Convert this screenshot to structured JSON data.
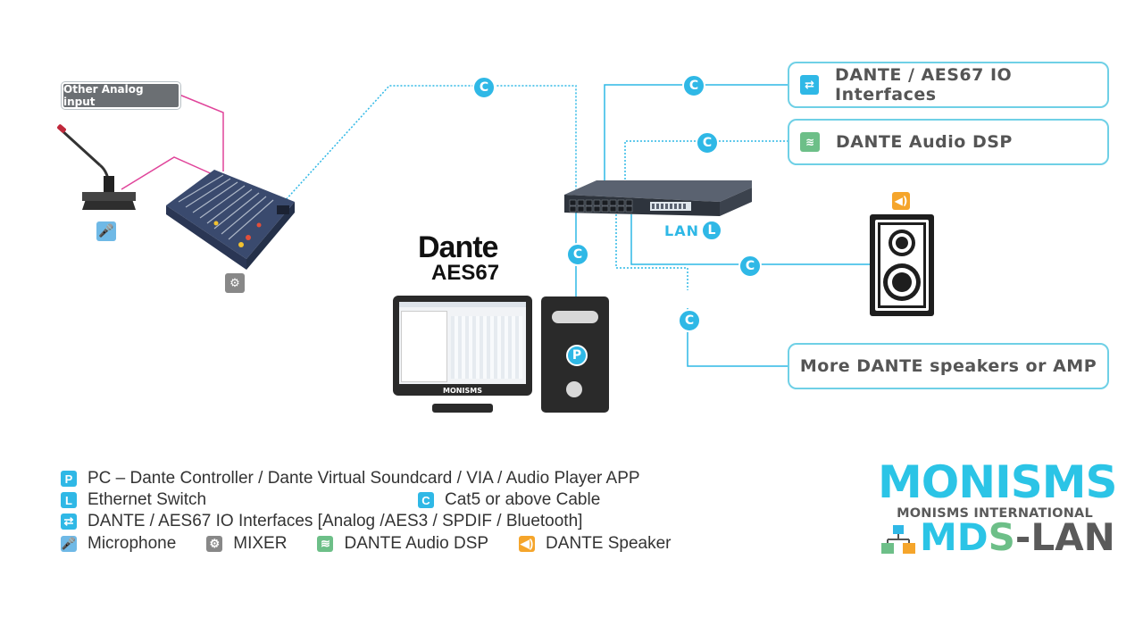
{
  "colors": {
    "cyan": "#2fb8e6",
    "box_border": "#6fd0e6",
    "pink": "#e0449a",
    "teal": "#2fb8c8",
    "green_dsp": "#6dbf88",
    "orange": "#f5a52b",
    "gray_mixer": "#888888",
    "logo_cyan": "#2bc4e6",
    "logo_gray": "#5a5a5a"
  },
  "diagram": {
    "other_analog_input": "Other Analog input",
    "cable_badge": "C",
    "switch_badge": "L",
    "pc_badge": "P",
    "lan_label": "LAN",
    "dante_logo": "Dante",
    "aes67_logo": "AES67",
    "monitor_brand": "MONISMS",
    "boxes": {
      "io": "DANTE / AES67 IO Interfaces",
      "dsp": "DANTE Audio DSP",
      "speakers": "More DANTE speakers or AMP"
    }
  },
  "legend": {
    "pc_letter": "P",
    "pc": "PC –  Dante Controller / Dante Virtual Soundcard / VIA / Audio Player APP",
    "switch_letter": "L",
    "switch": "Ethernet Switch",
    "cable_letter": "C",
    "cable": "Cat5 or above Cable",
    "io": "DANTE / AES67 IO Interfaces [Analog /AES3 /  SPDIF /  Bluetooth]",
    "mic": "Microphone",
    "mixer": "MIXER",
    "dsp": "DANTE Audio DSP",
    "speaker": "DANTE Speaker"
  },
  "brand": {
    "name": "MONISMS",
    "subtitle": "MONISMS INTERNATIONAL",
    "product_md": "MD",
    "product_s": "S",
    "product_lan": "-LAN"
  },
  "icons": {
    "io": "arrows-exchange-icon",
    "dsp": "waveform-icon",
    "mic": "microphone-icon",
    "mixer": "sliders-icon",
    "speaker": "speaker-volume-icon"
  }
}
